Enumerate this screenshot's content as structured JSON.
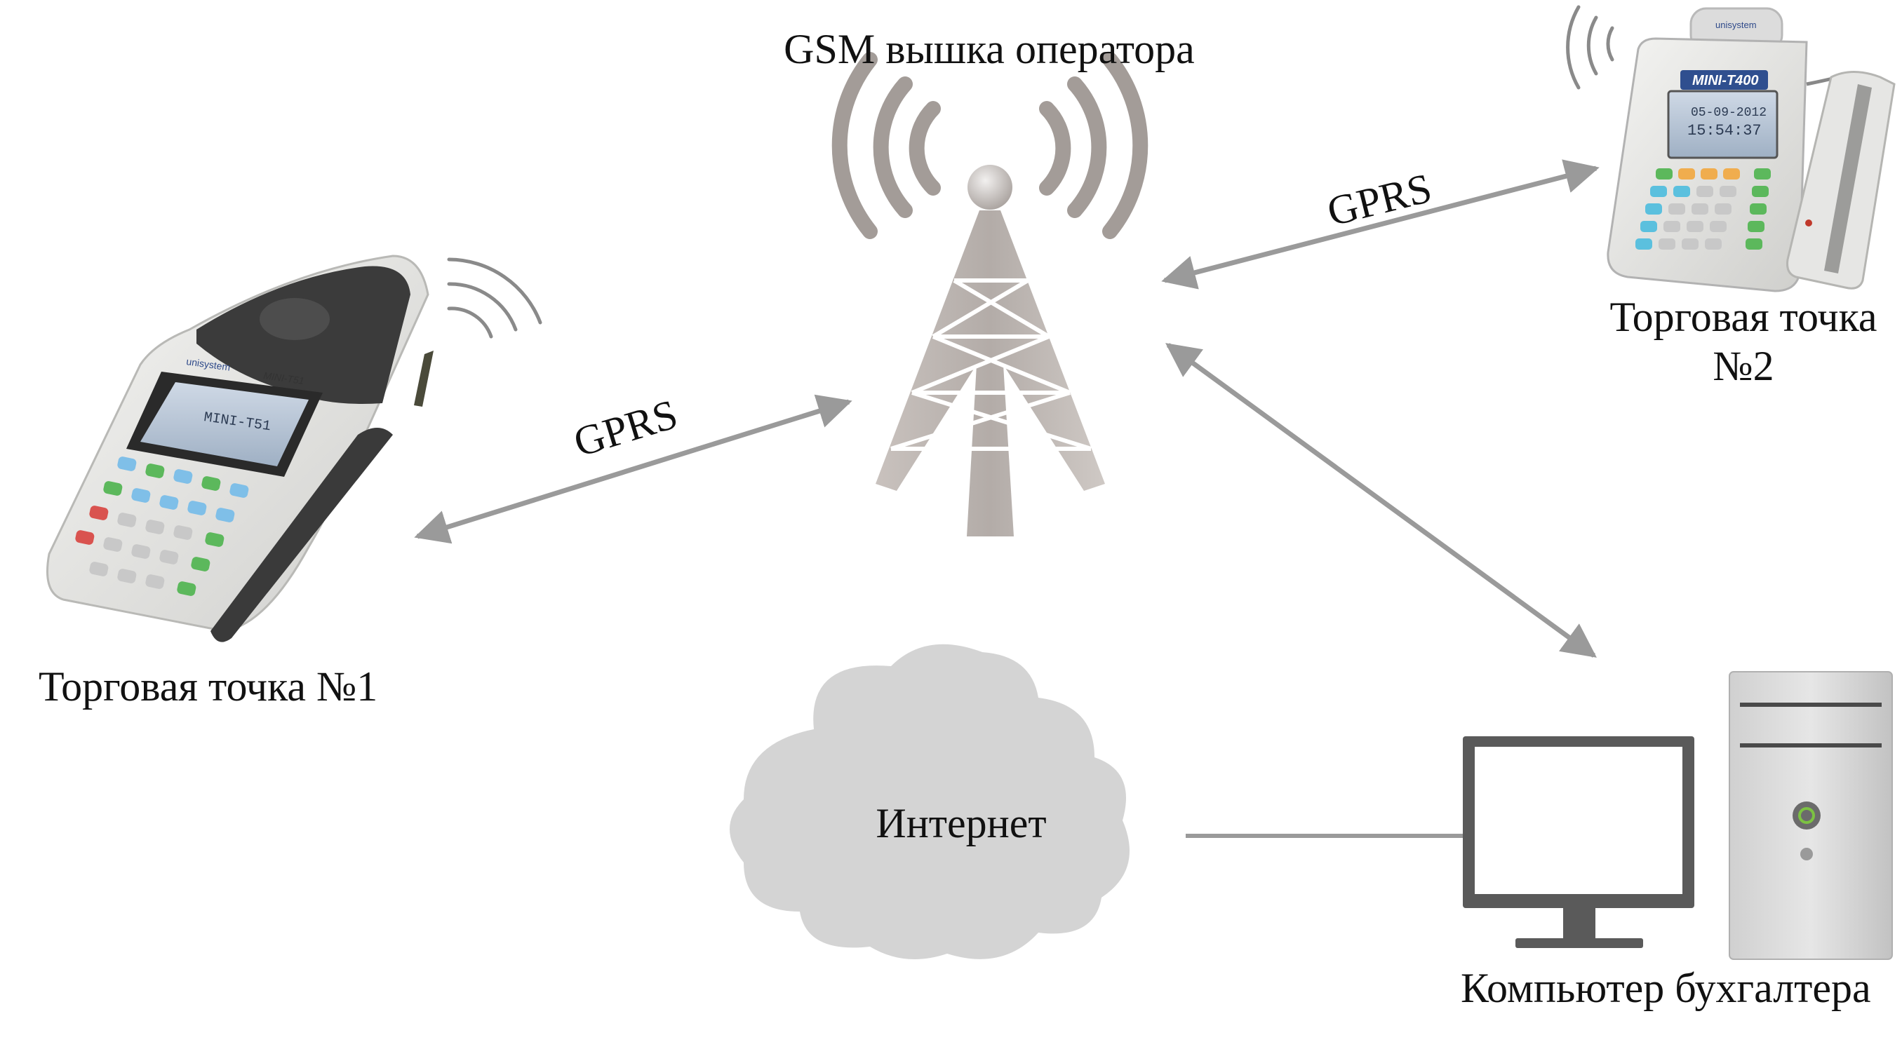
{
  "labels": {
    "tower": "GSM вышка оператора",
    "point1": "Торговая точка №1",
    "point2_line1": "Торговая точка",
    "point2_line2": "№2",
    "internet": "Интернет",
    "accountant": "Компьютер бухгалтера",
    "gprs_left": "GPRS",
    "gprs_right": "GPRS"
  },
  "devices": {
    "terminal1_brand": "unisystem",
    "terminal1_model": "MINI-T51",
    "terminal1_screen": "MINI-T51",
    "terminal2_brand": "unisystem",
    "terminal2_model": "MINI-T400",
    "terminal2_date": "05-09-2012",
    "terminal2_time": "15:54:37"
  },
  "colors": {
    "arrow": "#9a9a9a",
    "cloud": "#d4d4d4",
    "tower": "#b9b2ae",
    "waves": "#a39c98",
    "device_body": "#e8e8e6",
    "device_dark": "#2f2f2f"
  }
}
